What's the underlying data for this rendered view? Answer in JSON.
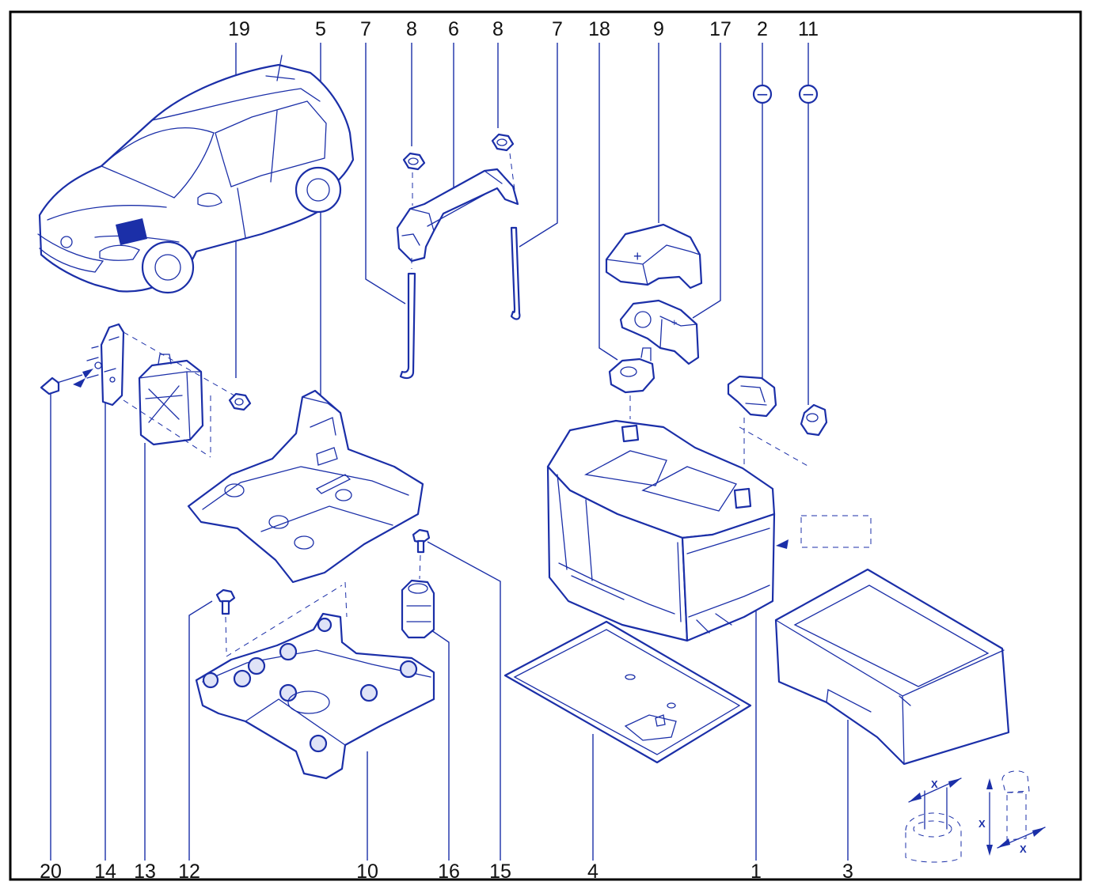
{
  "callouts": {
    "c19": "19",
    "c5": "5",
    "c7a": "7",
    "c8a": "8",
    "c6": "6",
    "c8b": "8",
    "c7b": "7",
    "c18": "18",
    "c9": "9",
    "c17": "17",
    "c2": "2",
    "c11": "11",
    "c20": "20",
    "c14": "14",
    "c13": "13",
    "c12": "12",
    "c10": "10",
    "c16": "16",
    "c15": "15",
    "c4": "4",
    "c1": "1",
    "c3": "3"
  },
  "terminal_symbols": {
    "t2": "−",
    "t11": "−"
  },
  "dimension_labels": {
    "x1": "X",
    "x2": "X",
    "x3": "X"
  },
  "terminal_marks": {
    "plus_cover": "+",
    "plus_clamp": "+"
  },
  "colors": {
    "line": "#1b2fa8",
    "text": "#111111",
    "frame": "#000000"
  }
}
